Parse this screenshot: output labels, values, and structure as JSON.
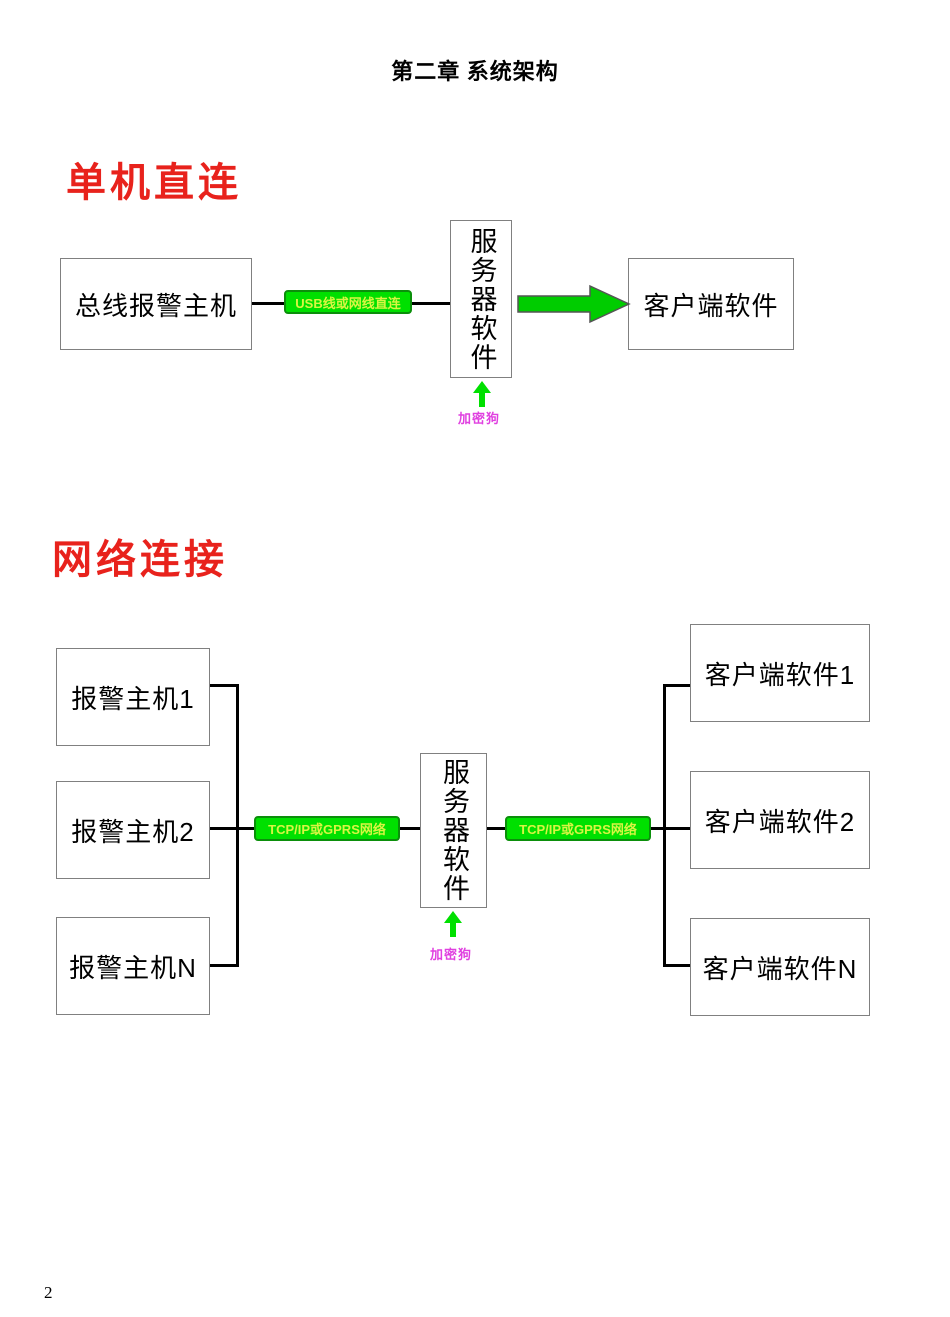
{
  "document": {
    "title": "第二章 系统架构",
    "page_number": "2"
  },
  "sections": [
    {
      "id": "standalone",
      "heading": "单机直连",
      "heading_color": "#e8221c",
      "nodes": {
        "host": "总线报警主机",
        "server": "服务器软件",
        "client": "客户端软件"
      },
      "link_label": "USB线或网线直连",
      "dongle_label": "加密狗"
    },
    {
      "id": "network",
      "heading": "网络连接",
      "heading_color": "#e8221c",
      "hosts": [
        "报警主机1",
        "报警主机2",
        "报警主机N"
      ],
      "server": "服务器软件",
      "clients": [
        "客户端软件1",
        "客户端软件2",
        "客户端软件N"
      ],
      "link_label_left": "TCP/IP或GPRS网络",
      "link_label_right": "TCP/IP或GPRS网络",
      "dongle_label": "加密狗"
    }
  ],
  "colors": {
    "accent_red": "#e8221c",
    "link_green": "#00e000",
    "link_green_border": "#0b8f0b",
    "link_text": "#d8f542",
    "arrow_green": "#00cc00",
    "dongle_magenta": "#e040e0",
    "box_border": "#808080",
    "line_black": "#000000"
  }
}
